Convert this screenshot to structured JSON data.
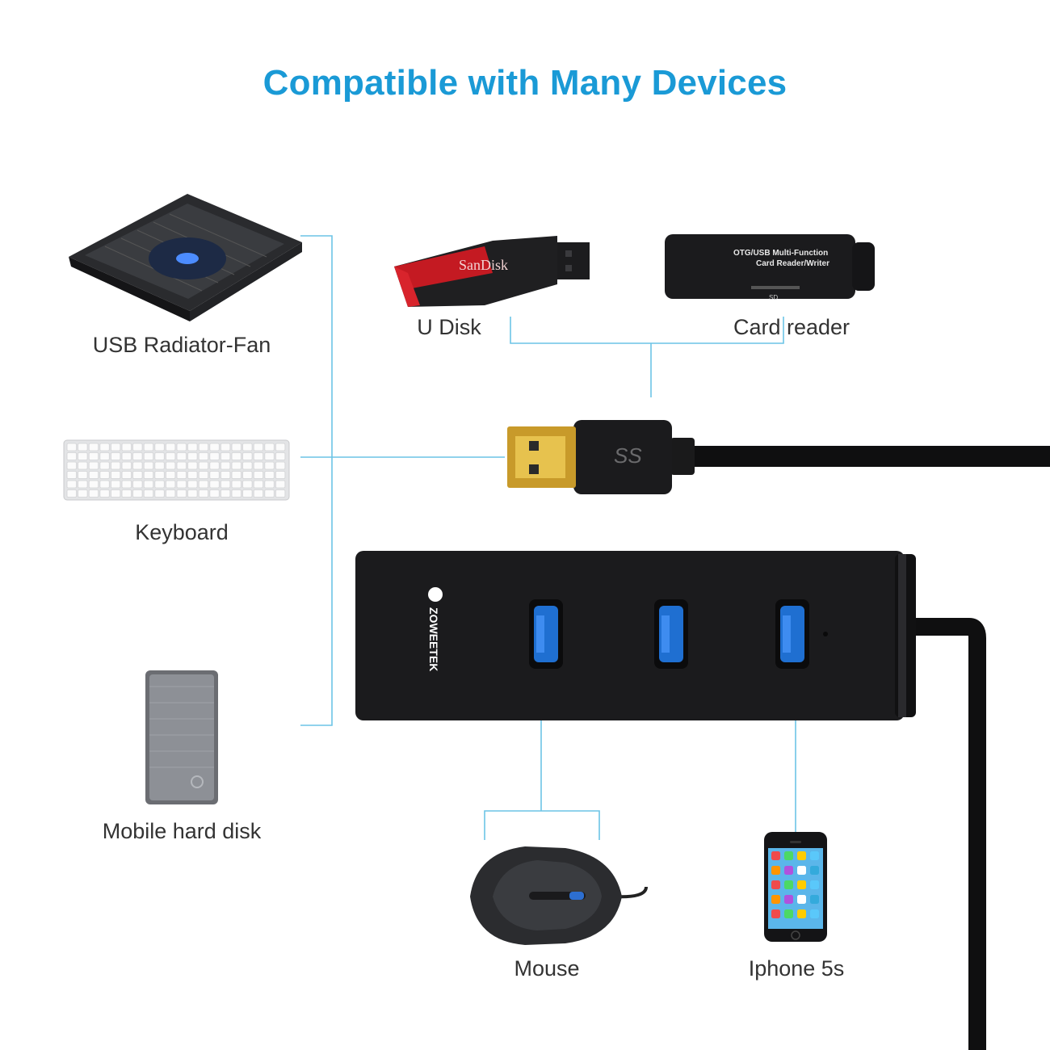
{
  "title": "Compatible with Many Devices",
  "colors": {
    "title": "#1a9ad6",
    "connector_line": "#6cc4e6",
    "usb_blue": "#1f6fd1",
    "hub_body": "#1b1b1d"
  },
  "devices": {
    "radiator_fan": {
      "label": "USB Radiator-Fan",
      "icon": "laptop-cooling-pad-icon"
    },
    "keyboard": {
      "label": "Keyboard",
      "icon": "keyboard-icon"
    },
    "hard_disk": {
      "label": "Mobile hard disk",
      "icon": "hard-drive-icon"
    },
    "u_disk": {
      "label": "U Disk",
      "icon": "usb-flash-drive-icon",
      "brand": "SanDisk"
    },
    "card_reader": {
      "label": "Card reader",
      "icon": "card-reader-icon",
      "text_line1": "OTG/USB Multi-Function",
      "text_line2": "Card Reader/Writer",
      "slot_label": "SD"
    },
    "mouse": {
      "label": "Mouse",
      "icon": "mouse-icon"
    },
    "iphone": {
      "label": "Iphone 5s",
      "icon": "smartphone-icon"
    }
  },
  "hub": {
    "brand": "ZOWEETEK",
    "ports": 3,
    "plug_mark": "SS"
  }
}
